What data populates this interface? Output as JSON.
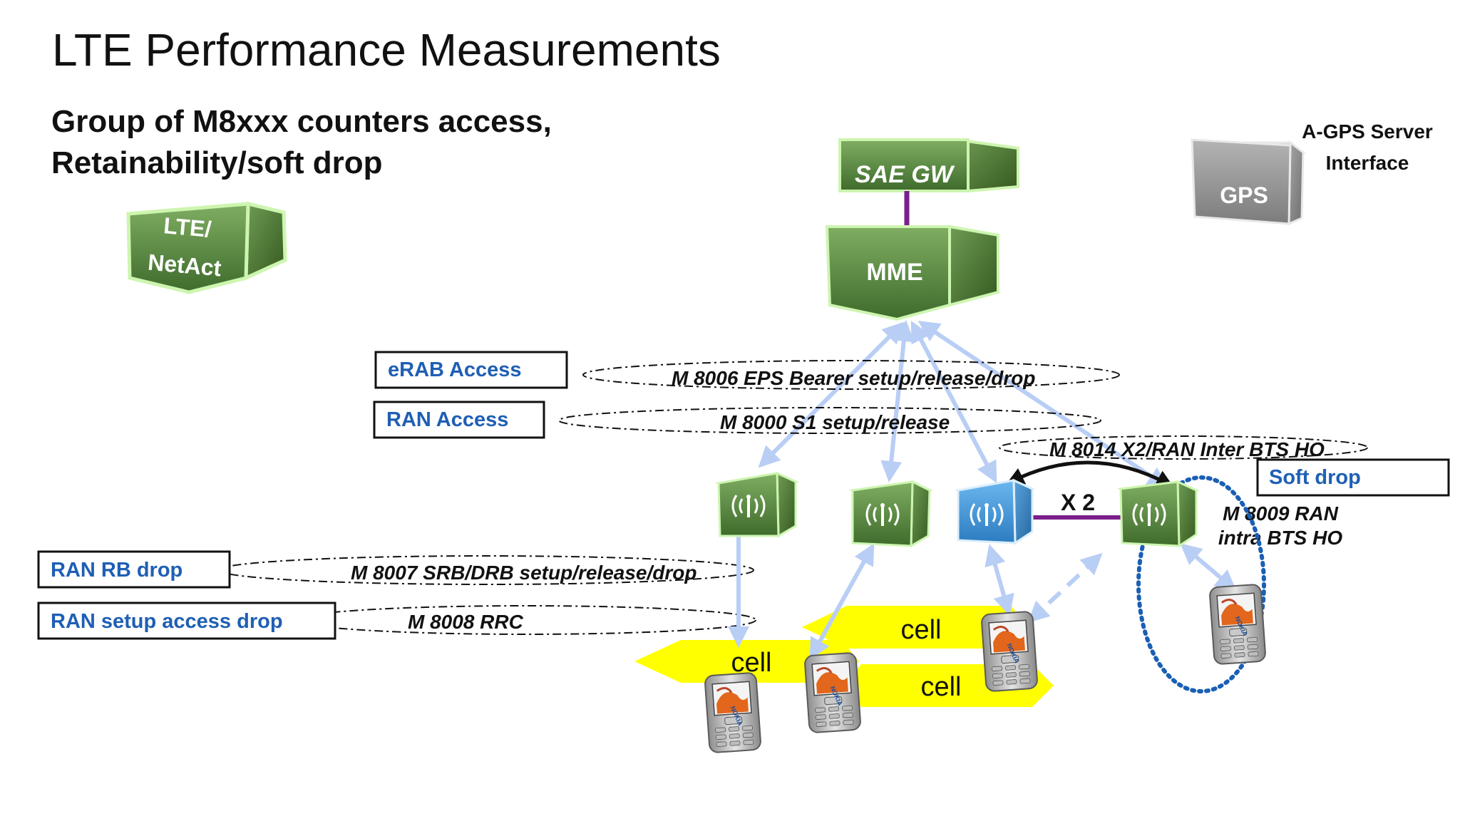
{
  "title": "LTE Performance Measurements",
  "subtitle": [
    "Group of M8xxx counters access,",
    "Retainability/soft drop"
  ],
  "nodes": {
    "netact": [
      "LTE/",
      "NetAct"
    ],
    "sae_gw": "SAE GW",
    "mme": "MME",
    "gps": "GPS",
    "agps_label": [
      "A-GPS Server",
      "Interface"
    ]
  },
  "labels": {
    "erab_access": "eRAB Access",
    "ran_access": "RAN Access",
    "soft_drop": "Soft drop",
    "ran_rb_drop": "RAN RB drop",
    "ran_setup_access_drop": "RAN setup access drop"
  },
  "counters": {
    "m8006": "M 8006  EPS Bearer setup/release/drop",
    "m8000": "M 8000 S1 setup/release",
    "m8014": "M 8014 X2/RAN Inter BTS HO",
    "m8007": "M 8007  SRB/DRB setup/release/drop",
    "m8008": "M 8008 RRC",
    "m8009": [
      "M 8009 RAN",
      "intra BTS HO"
    ]
  },
  "x2_label": "X 2",
  "cells": [
    "cell",
    "cell",
    "cell"
  ],
  "phone_brand": "NOKIA",
  "colors": {
    "node_green": "#5e8c45",
    "node_glow": "#cdf5b0",
    "node_gray": "#9a9a9a",
    "bts_blue": "#3f93d6",
    "label_blue": "#1f5fb4",
    "link_purple": "#7a1f8c",
    "arrow_light_blue": "#b9cef5",
    "cell_yellow": "#ffff00",
    "soft_drop_dots": "#1a5fb4"
  },
  "icons": [
    "cube-node-icon",
    "antenna-bts-icon",
    "mobile-phone-icon"
  ]
}
